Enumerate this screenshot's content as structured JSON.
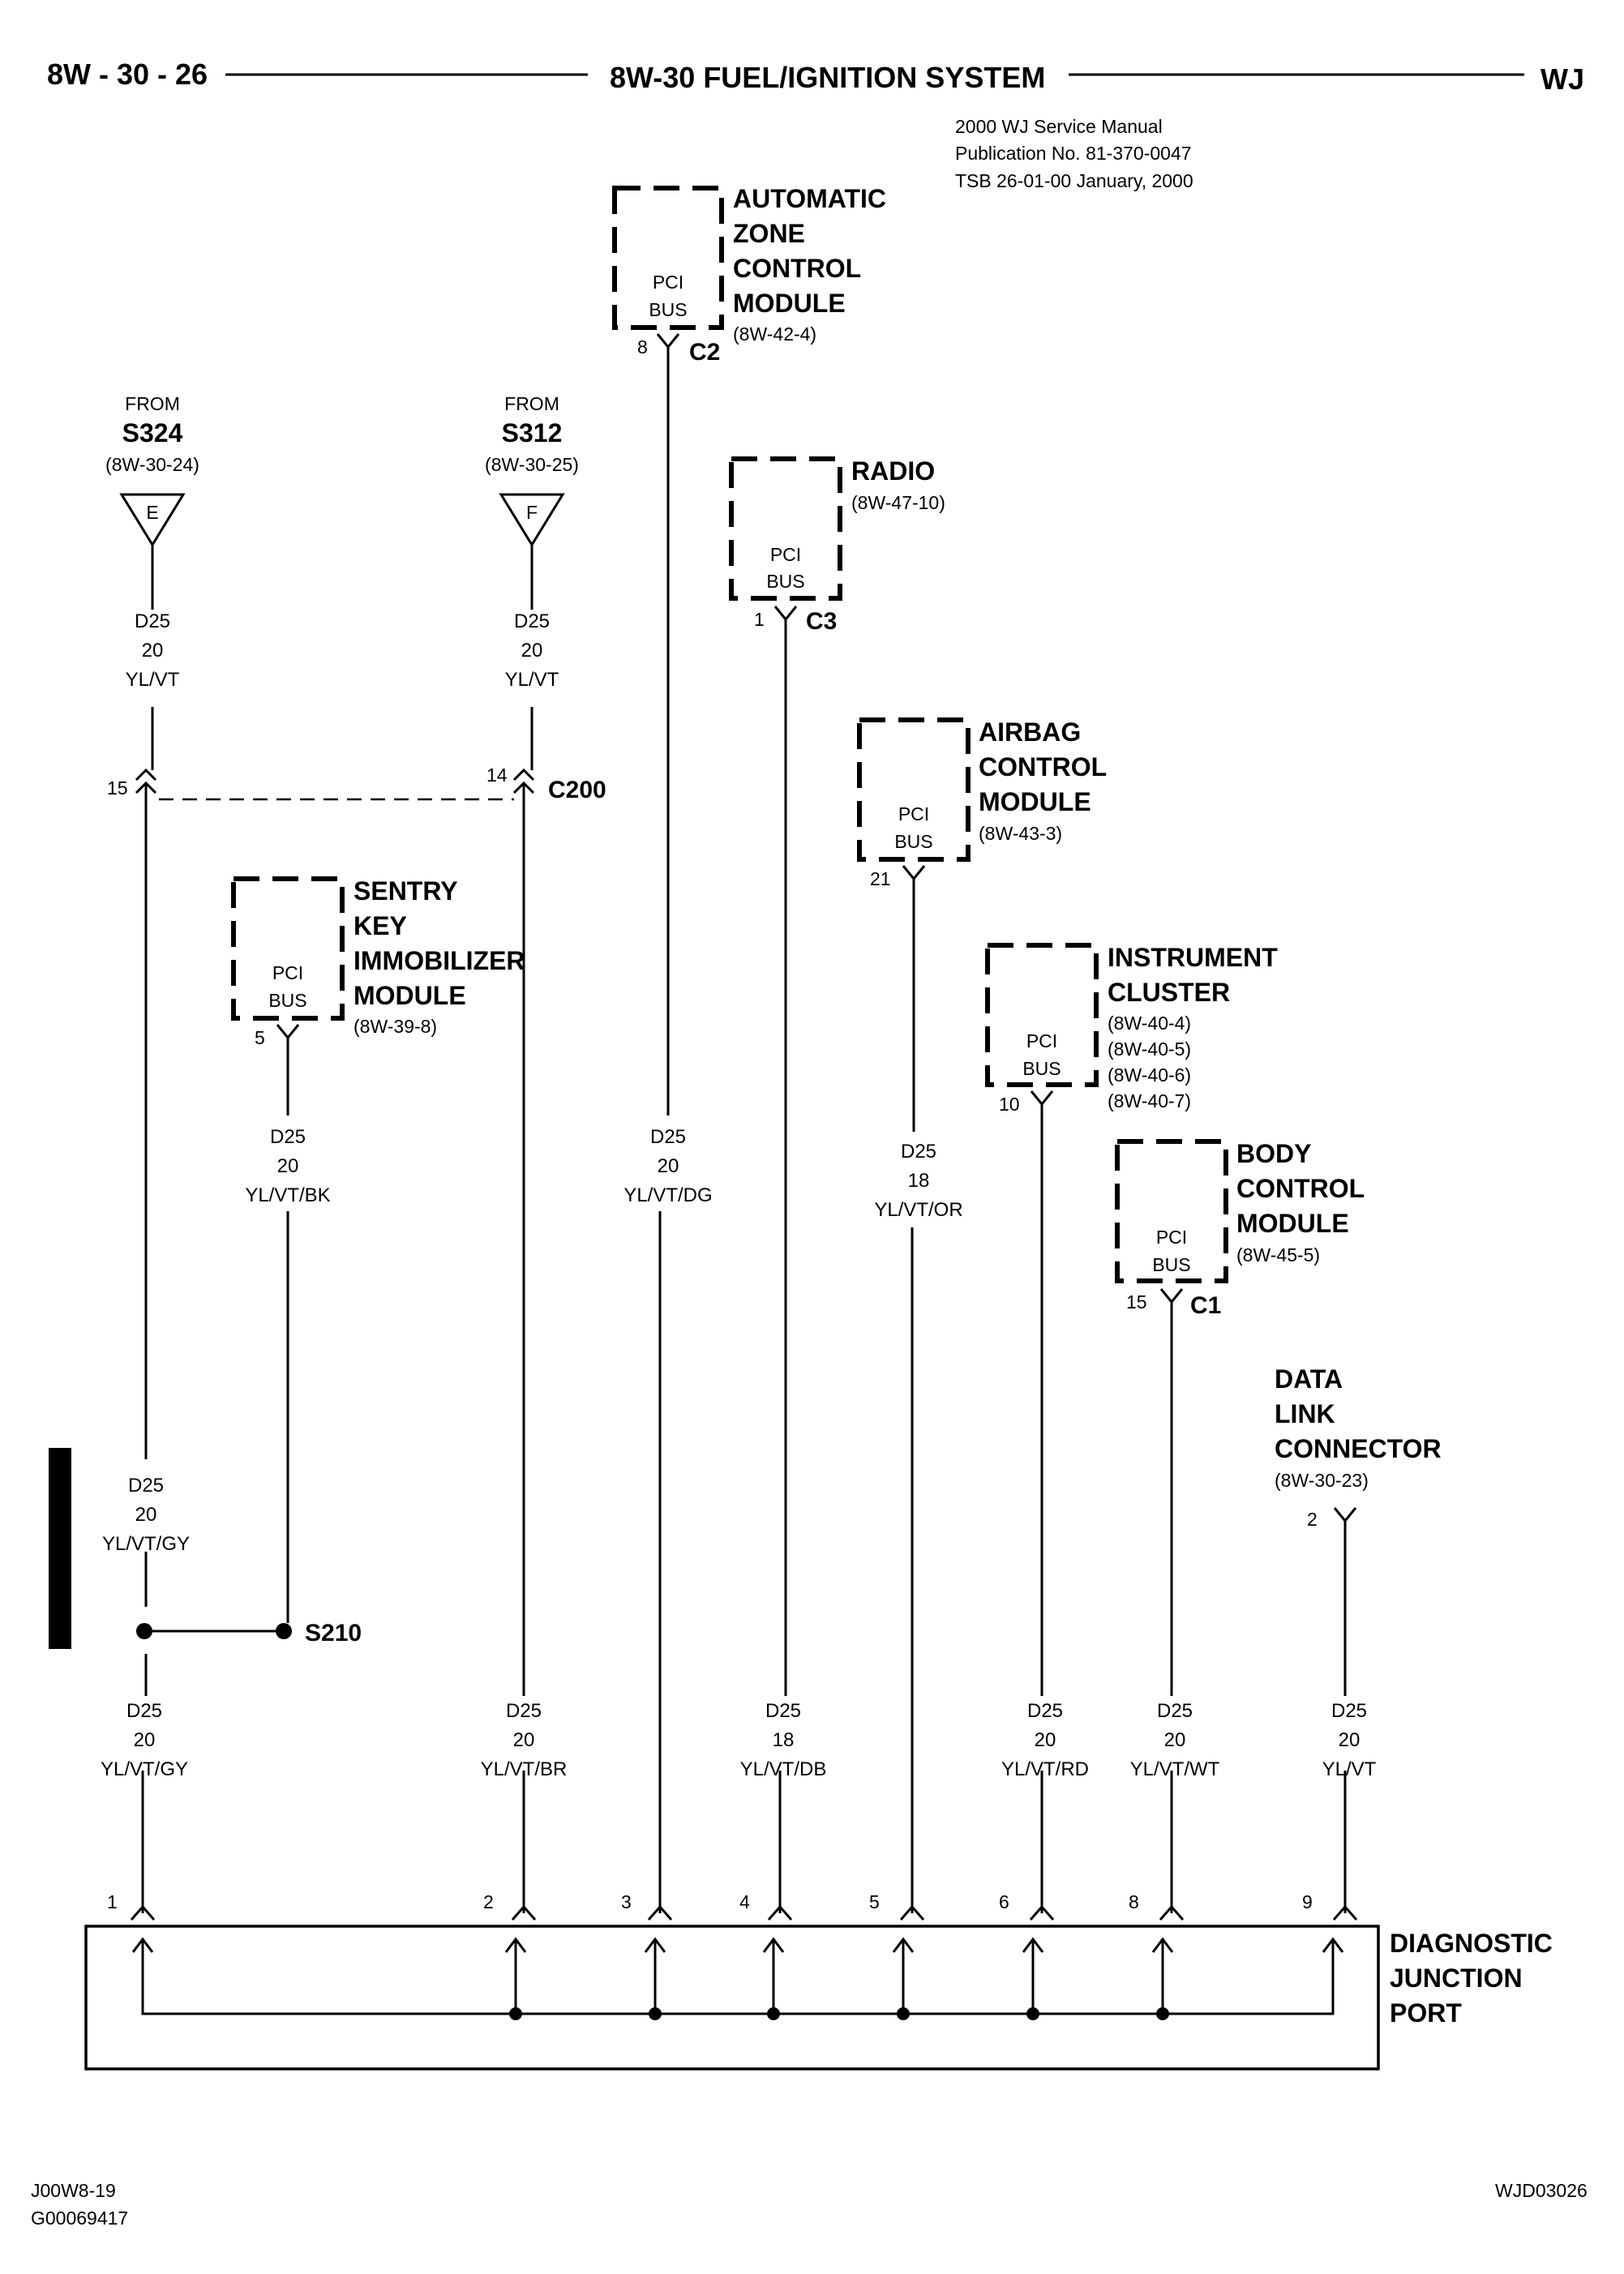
{
  "header": {
    "page_number": "8W - 30 - 26",
    "title": "8W-30 FUEL/IGNITION SYSTEM",
    "model": "WJ"
  },
  "publication": {
    "line1": "2000 WJ Service Manual",
    "line2": "Publication No. 81-370-0047",
    "line3": "TSB 26-01-00   January, 2000"
  },
  "pci_bus": {
    "line1": "PCI",
    "line2": "BUS"
  },
  "modules": {
    "azc": {
      "name": [
        "AUTOMATIC",
        "ZONE",
        "CONTROL",
        "MODULE"
      ],
      "ref": "(8W-42-4)",
      "pin": "8",
      "connector": "C2"
    },
    "radio": {
      "name": [
        "RADIO"
      ],
      "ref": "(8W-47-10)",
      "pin": "1",
      "connector": "C3"
    },
    "airbag": {
      "name": [
        "AIRBAG",
        "CONTROL",
        "MODULE"
      ],
      "ref": "(8W-43-3)",
      "pin": "21"
    },
    "cluster": {
      "name": [
        "INSTRUMENT",
        "CLUSTER"
      ],
      "refs": [
        "(8W-40-4)",
        "(8W-40-5)",
        "(8W-40-6)",
        "(8W-40-7)"
      ],
      "pin": "10"
    },
    "bcm": {
      "name": [
        "BODY",
        "CONTROL",
        "MODULE"
      ],
      "ref": "(8W-45-5)",
      "pin": "15",
      "connector": "C1"
    },
    "skim": {
      "name": [
        "SENTRY",
        "KEY",
        "IMMOBILIZER",
        "MODULE"
      ],
      "ref": "(8W-39-8)",
      "pin": "5"
    }
  },
  "sources": {
    "s324": {
      "from": "FROM",
      "splice": "S324",
      "ref": "(8W-30-24)",
      "letter": "E"
    },
    "s312": {
      "from": "FROM",
      "splice": "S312",
      "ref": "(8W-30-25)",
      "letter": "F"
    }
  },
  "connector_c200": {
    "name": "C200",
    "pin_left": "15",
    "pin_right": "14"
  },
  "splice_s210": {
    "name": "S210"
  },
  "dlc": {
    "name": [
      "DATA",
      "LINK",
      "CONNECTOR"
    ],
    "ref": "(8W-30-23)",
    "pin": "2"
  },
  "djp": {
    "name": [
      "DIAGNOSTIC",
      "JUNCTION",
      "PORT"
    ],
    "pins": [
      "1",
      "2",
      "3",
      "4",
      "5",
      "6",
      "8",
      "9"
    ]
  },
  "wires": {
    "w_s324": [
      "D25",
      "20",
      "YL/VT"
    ],
    "w_s312": [
      "D25",
      "20",
      "YL/VT"
    ],
    "w_skim": [
      "D25",
      "20",
      "YL/VT/BK"
    ],
    "w_gy_upper": [
      "D25",
      "20",
      "YL/VT/GY"
    ],
    "w_gy_lower": [
      "D25",
      "20",
      "YL/VT/GY"
    ],
    "w_br": [
      "D25",
      "20",
      "YL/VT/BR"
    ],
    "w_dg": [
      "D25",
      "20",
      "YL/VT/DG"
    ],
    "w_db": [
      "D25",
      "18",
      "YL/VT/DB"
    ],
    "w_or": [
      "D25",
      "18",
      "YL/VT/OR"
    ],
    "w_rd": [
      "D25",
      "20",
      "YL/VT/RD"
    ],
    "w_wt": [
      "D25",
      "20",
      "YL/VT/WT"
    ],
    "w_dlc": [
      "D25",
      "20",
      "YL/VT"
    ]
  },
  "footer": {
    "left1": "J00W8-19",
    "left2": "G00069417",
    "right": "WJD03026"
  }
}
